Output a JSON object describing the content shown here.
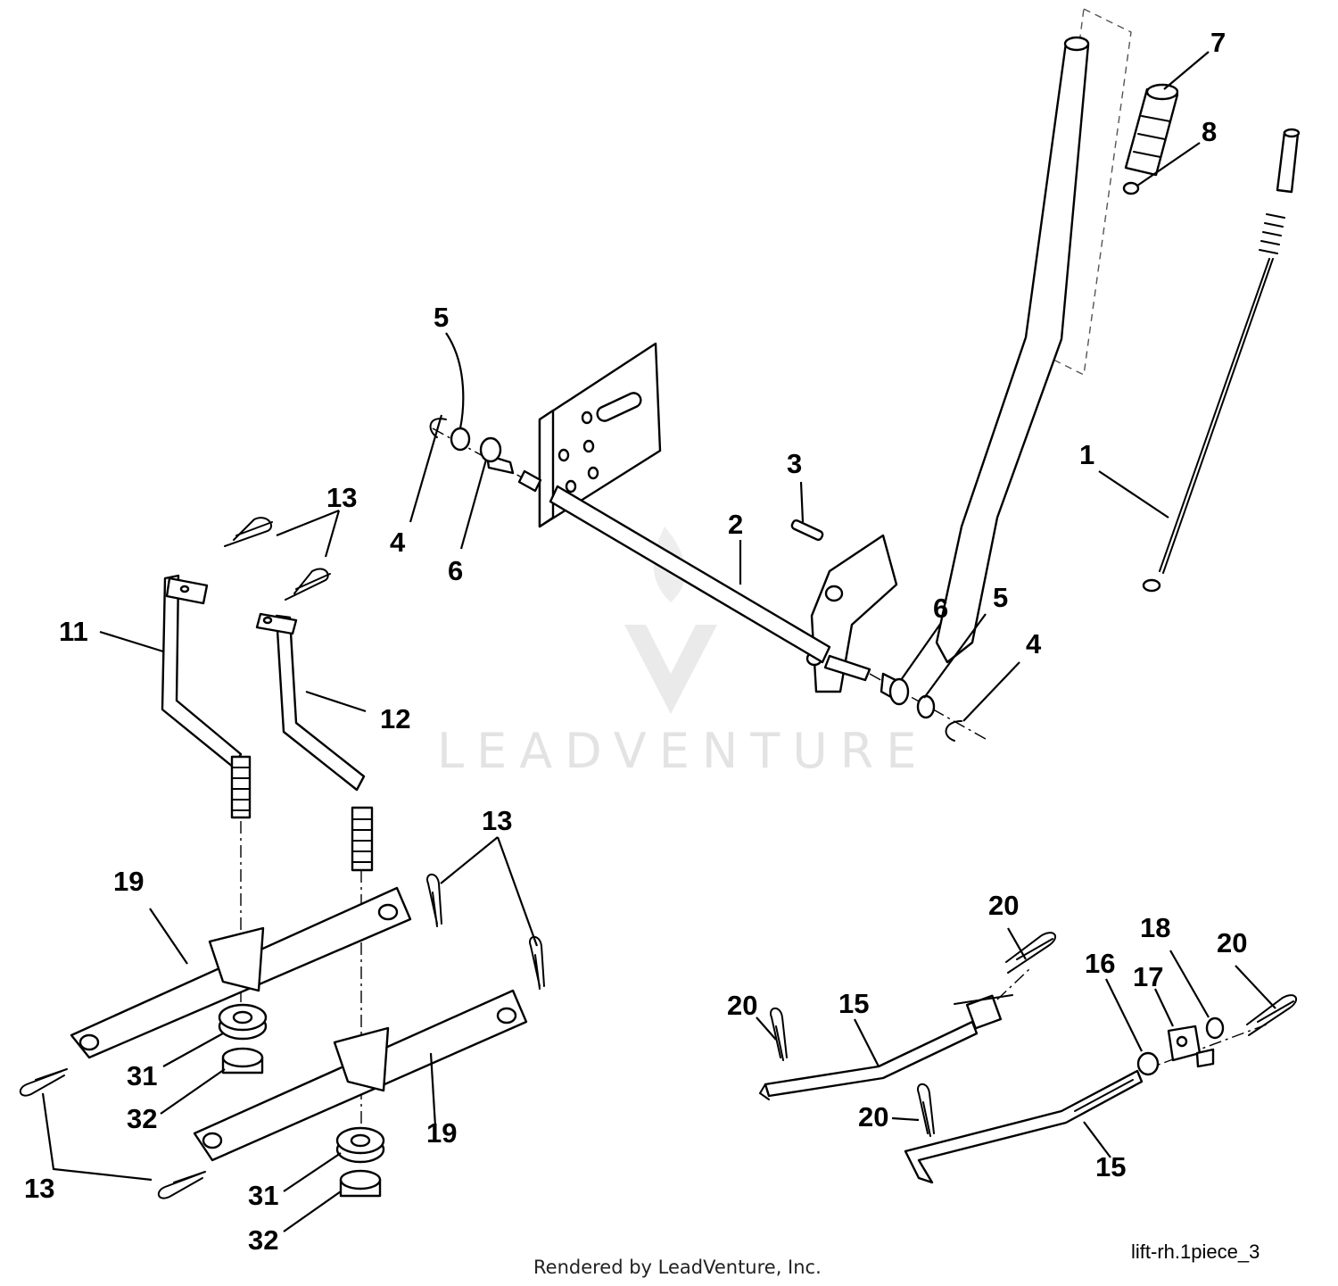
{
  "diagram": {
    "watermark": "LEADVENTURE",
    "footer_credit": "Rendered by LeadVenture, Inc.",
    "figure_id": "lift-rh.1piece_3",
    "callouts": [
      "1",
      "2",
      "3",
      "4",
      "4",
      "5",
      "5",
      "6",
      "6",
      "7",
      "8",
      "11",
      "12",
      "13",
      "13",
      "13",
      "15",
      "15",
      "16",
      "17",
      "18",
      "19",
      "19",
      "20",
      "20",
      "20",
      "20",
      "31",
      "31",
      "32",
      "32"
    ]
  }
}
